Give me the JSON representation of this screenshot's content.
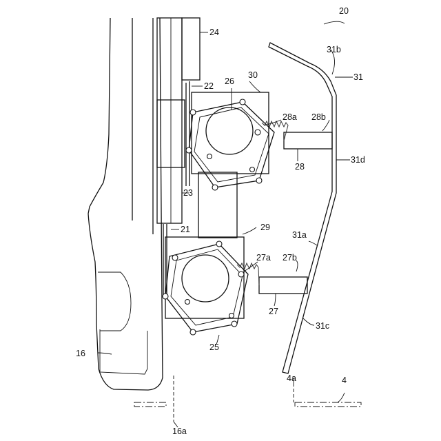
{
  "figure": {
    "ref_labels": {
      "assembly": "20",
      "cover": "31",
      "cover_top": "31b",
      "cover_side": "31d",
      "cover_mid": "31a",
      "cover_bottom": "31c",
      "upper_box": "30",
      "lower_box": "29",
      "upper_roller": "26",
      "lower_roller": "25",
      "upper_plunger": "28",
      "upper_plunger_tip": "28a",
      "upper_plunger_end": "28b",
      "lower_plunger": "27",
      "lower_plunger_tip": "27a",
      "lower_plunger_end": "27b",
      "upper_rail": "24",
      "upper_bracket": "22",
      "middle_rail": "23",
      "lower_bracket": "21",
      "blade": "16",
      "blade_edge": "16a",
      "floor": "4",
      "floor_edge": "4a"
    }
  }
}
